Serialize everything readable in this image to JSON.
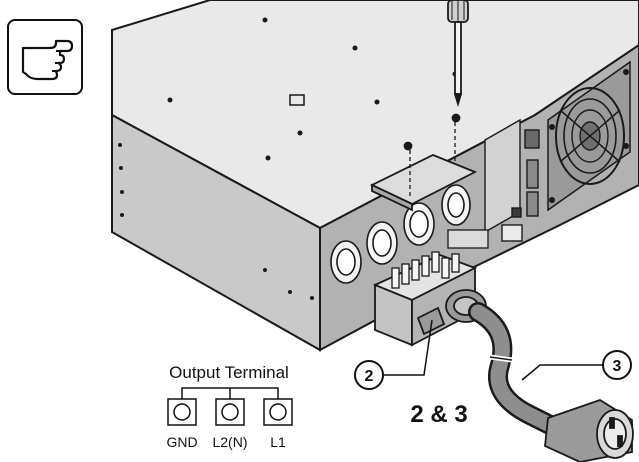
{
  "terminal": {
    "title": "Output Terminal",
    "labels": [
      "GND",
      "L2(N)",
      "L1"
    ]
  },
  "callouts": [
    "2",
    "3"
  ],
  "step_label": "2 & 3",
  "icons": {
    "note": "pointing-hand-icon",
    "tool": "screwdriver-icon"
  },
  "colors": {
    "chassis_top": "#e9e9e9",
    "chassis_side": "#c9c9c9",
    "chassis_end": "#b2b2b2",
    "outline": "#1a1a1a",
    "cable": "#8e8e8e"
  }
}
